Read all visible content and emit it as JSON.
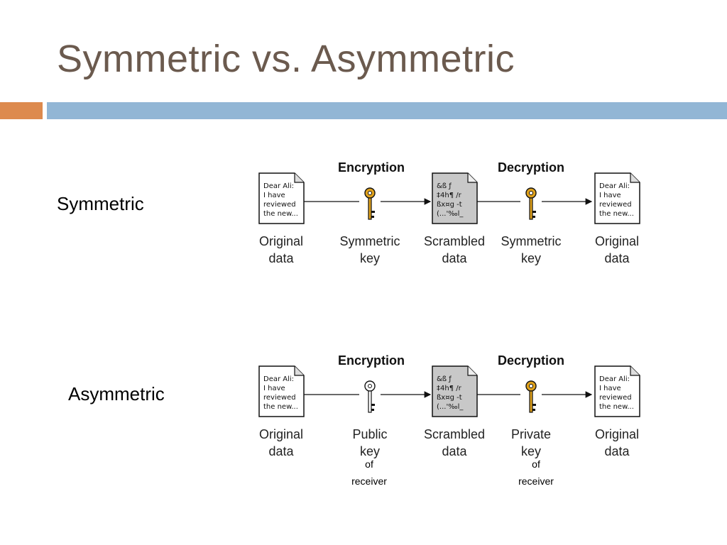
{
  "title": "Symmetric vs. Asymmetric",
  "symmetric": {
    "row_label": "Symmetric",
    "encryption_label": "Encryption",
    "decryption_label": "Decryption",
    "original_doc_lines": [
      "Dear Ali:",
      "I have",
      "reviewed",
      "the new..."
    ],
    "scrambled_doc_lines": [
      "&ß ƒ",
      "‡4h¶ /r",
      "ßx¤g -t",
      "(...'‰l_"
    ],
    "captions": {
      "original_data": [
        "Original",
        "data"
      ],
      "encrypt_key": [
        "Symmetric",
        "key"
      ],
      "scrambled_data": [
        "Scrambled",
        "data"
      ],
      "decrypt_key": [
        "Symmetric",
        "key"
      ],
      "result_data": [
        "Original",
        "data"
      ]
    },
    "icons": {
      "encrypt_key": "gold-key-icon",
      "decrypt_key": "gold-key-icon"
    }
  },
  "asymmetric": {
    "row_label": "Asymmetric",
    "encryption_label": "Encryption",
    "decryption_label": "Decryption",
    "original_doc_lines": [
      "Dear Ali:",
      "I have",
      "reviewed",
      "the new..."
    ],
    "scrambled_doc_lines": [
      "&ß ƒ",
      "‡4h¶ /r",
      "ßx¤g -t",
      "(...'‰l_"
    ],
    "captions": {
      "original_data": [
        "Original",
        "data"
      ],
      "encrypt_key": [
        "Public",
        "key"
      ],
      "scrambled_data": [
        "Scrambled",
        "data"
      ],
      "decrypt_key": [
        "Private",
        "key"
      ],
      "result_data": [
        "Original",
        "data"
      ]
    },
    "notes": {
      "public_key": [
        "of",
        "receiver"
      ],
      "private_key": [
        "of",
        "receiver"
      ]
    },
    "icons": {
      "encrypt_key": "silver-key-icon",
      "decrypt_key": "gold-key-icon"
    }
  },
  "colors": {
    "title": "#6b5a4e",
    "accent_orange": "#dd8a4e",
    "accent_blue": "#92b6d5",
    "gold_key": "#e0a21c",
    "silver_key": "#ffffff",
    "scrambled_doc": "#c8c8c8"
  }
}
